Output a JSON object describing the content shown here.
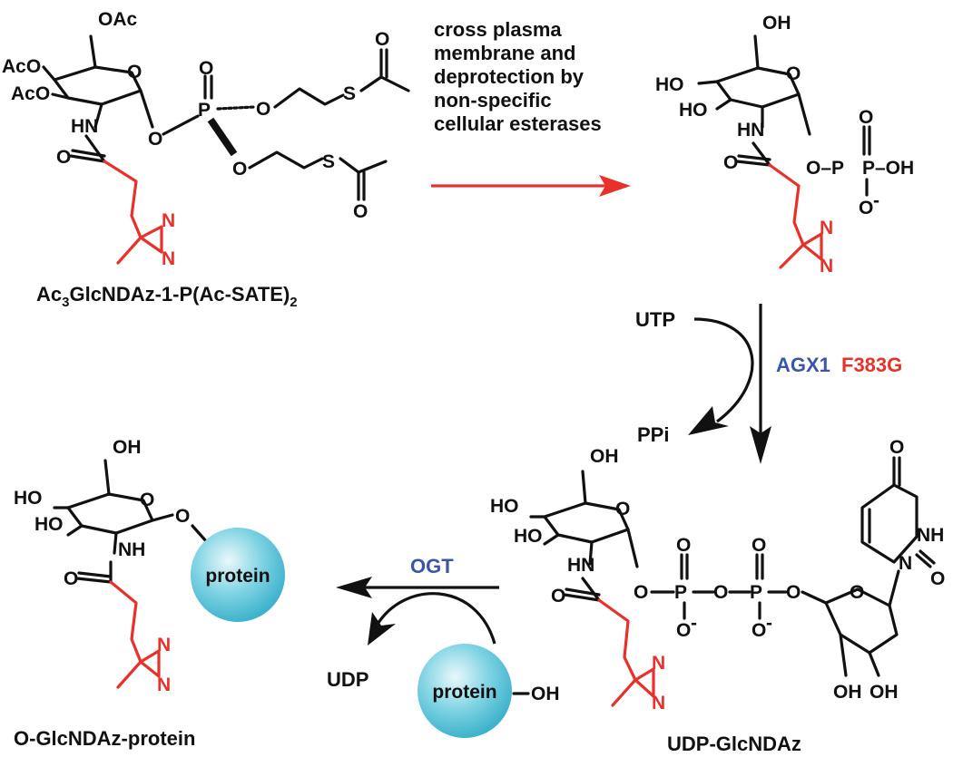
{
  "compounds": {
    "prodrug": {
      "name_main": "Ac",
      "name_sub1": "3",
      "name_mid": "GlcNDAz-1-P(Ac-SATE)",
      "name_sub2": "2"
    },
    "phosphate": {
      "name": ""
    },
    "udp_sugar": {
      "name": "UDP-GlcNDAz"
    },
    "product": {
      "name": "O-GlcNDAz-protein"
    }
  },
  "steps": {
    "step1": {
      "lines": [
        "cross plasma",
        "membrane and",
        "deprotection by",
        "non-specific",
        "cellular esterases"
      ]
    },
    "step2": {
      "enzyme_a": "AGX1",
      "enzyme_b": "F383G",
      "cosubstrate_in": "UTP",
      "byproduct_out": "PPi"
    },
    "step3": {
      "enzyme": "OGT",
      "byproduct_out": "UDP"
    }
  },
  "atoms": {
    "OAc": "OAc",
    "AcO": "AcO",
    "HN": "HN",
    "NH": "NH",
    "O": "O",
    "P": "P",
    "S": "S",
    "N": "N",
    "HO": "HO",
    "OH": "OH",
    "Ominus": "O",
    "minus": "-",
    "OP": "O–P",
    "POH": "P–OH"
  },
  "protein": {
    "label": "protein",
    "hydroxyl": "OH"
  },
  "colors": {
    "accent_red": "#e8312a",
    "enzyme_blue": "#3a56a8",
    "protein_fill": "#5bc7dc"
  }
}
